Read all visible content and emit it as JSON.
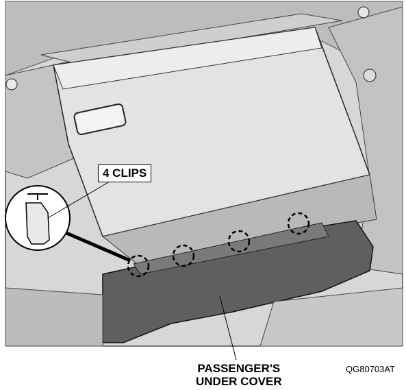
{
  "callouts": {
    "clips": "4 CLIPS",
    "cover_line1": "PASSENGER'S",
    "cover_line2": "UNDER COVER"
  },
  "figure_code": "QG80703AT",
  "colors": {
    "outline": "#000000",
    "dash_body": "#c9c9c9",
    "dash_shadow": "#9d9d9d",
    "glovebox": "#e3e3e3",
    "cover": "#5f5f5f",
    "background": "#ffffff"
  }
}
